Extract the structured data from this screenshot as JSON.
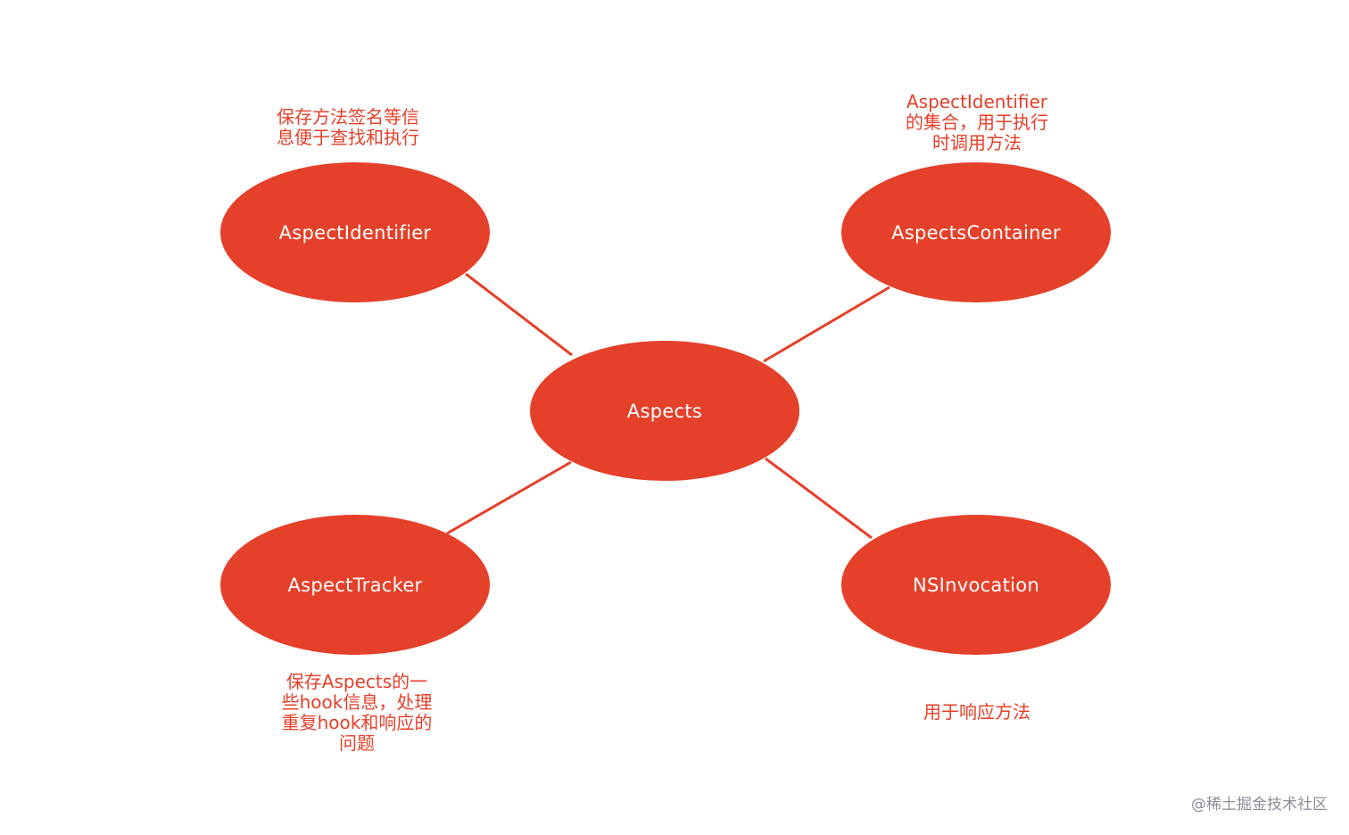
{
  "colors": {
    "node_fill": "#E5402A",
    "edge": "#E5402A",
    "note_text": "#E5402A",
    "node_text": "#FFFFFF"
  },
  "nodes": {
    "center": "Aspects",
    "top_left": "AspectIdentifier",
    "top_right": "AspectsContainer",
    "bottom_left": "AspectTracker",
    "bottom_right": "NSInvocation"
  },
  "notes": {
    "top_left": [
      "保存方法签名等信",
      "息便于查找和执行"
    ],
    "top_right": [
      "AspectIdentifier",
      "的集合，用于执行",
      "时调用方法"
    ],
    "bottom_left": [
      "保存Aspects的一",
      "些hook信息，处理",
      "重复hook和响应的",
      "问题"
    ],
    "bottom_right": [
      "用于响应方法"
    ]
  },
  "watermark": "@稀土掘金技术社区"
}
